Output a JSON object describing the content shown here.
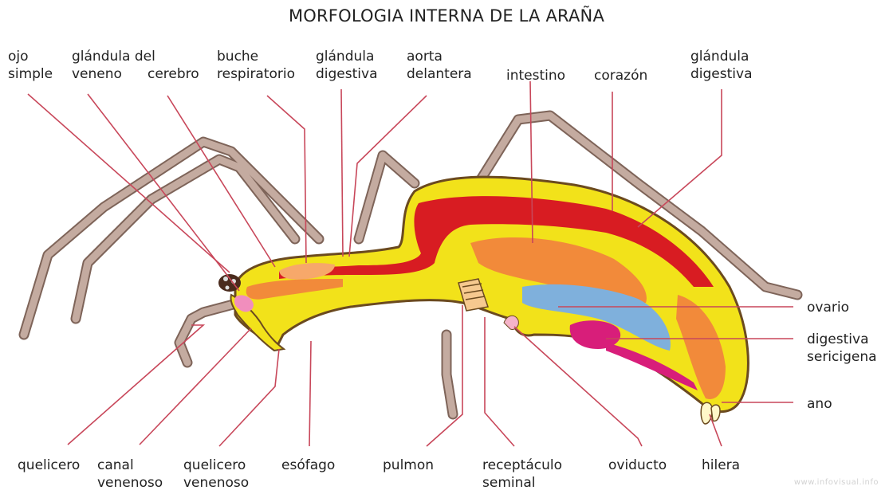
{
  "title": "MORFOLOGIA INTERNA DE LA ARAÑA",
  "labels": {
    "ojo_simple": [
      "ojo",
      "simple"
    ],
    "glandula_veneno": [
      "glándula del",
      "veneno"
    ],
    "cerebro": [
      "cerebro"
    ],
    "buche": [
      "buche",
      "respiratorio"
    ],
    "glandula_digestiva_1": [
      "glándula",
      "digestiva"
    ],
    "aorta": [
      "aorta",
      "delantera"
    ],
    "intestino": [
      "intestino"
    ],
    "corazon": [
      "corazón"
    ],
    "glandula_digestiva_2": [
      "glándula",
      "digestiva"
    ],
    "ovario": [
      "ovario"
    ],
    "sericigena": [
      "digestiva",
      "sericigena"
    ],
    "ano": [
      "ano"
    ],
    "quelicero_1": [
      "quelicero"
    ],
    "canal": [
      "canal",
      "venenoso"
    ],
    "quelicero_2": [
      "quelicero",
      "venenoso"
    ],
    "esofago": [
      "esófago"
    ],
    "pulmon": [
      "pulmon"
    ],
    "receptaculo": [
      "receptáculo",
      "seminal"
    ],
    "oviducto": [
      "oviducto"
    ],
    "hilera": [
      "hilera"
    ]
  },
  "watermark": "www.infovisual.info",
  "colors": {
    "leader": "#c8475a",
    "body_yellow": "#f2e21a",
    "body_outline": "#6b4a1f",
    "heart_red": "#d81c22",
    "digestive_orange": "#f28a3a",
    "ovary_blue": "#7fb0dc",
    "gland_magenta": "#d81e7a",
    "leg": "#b79a8e"
  }
}
